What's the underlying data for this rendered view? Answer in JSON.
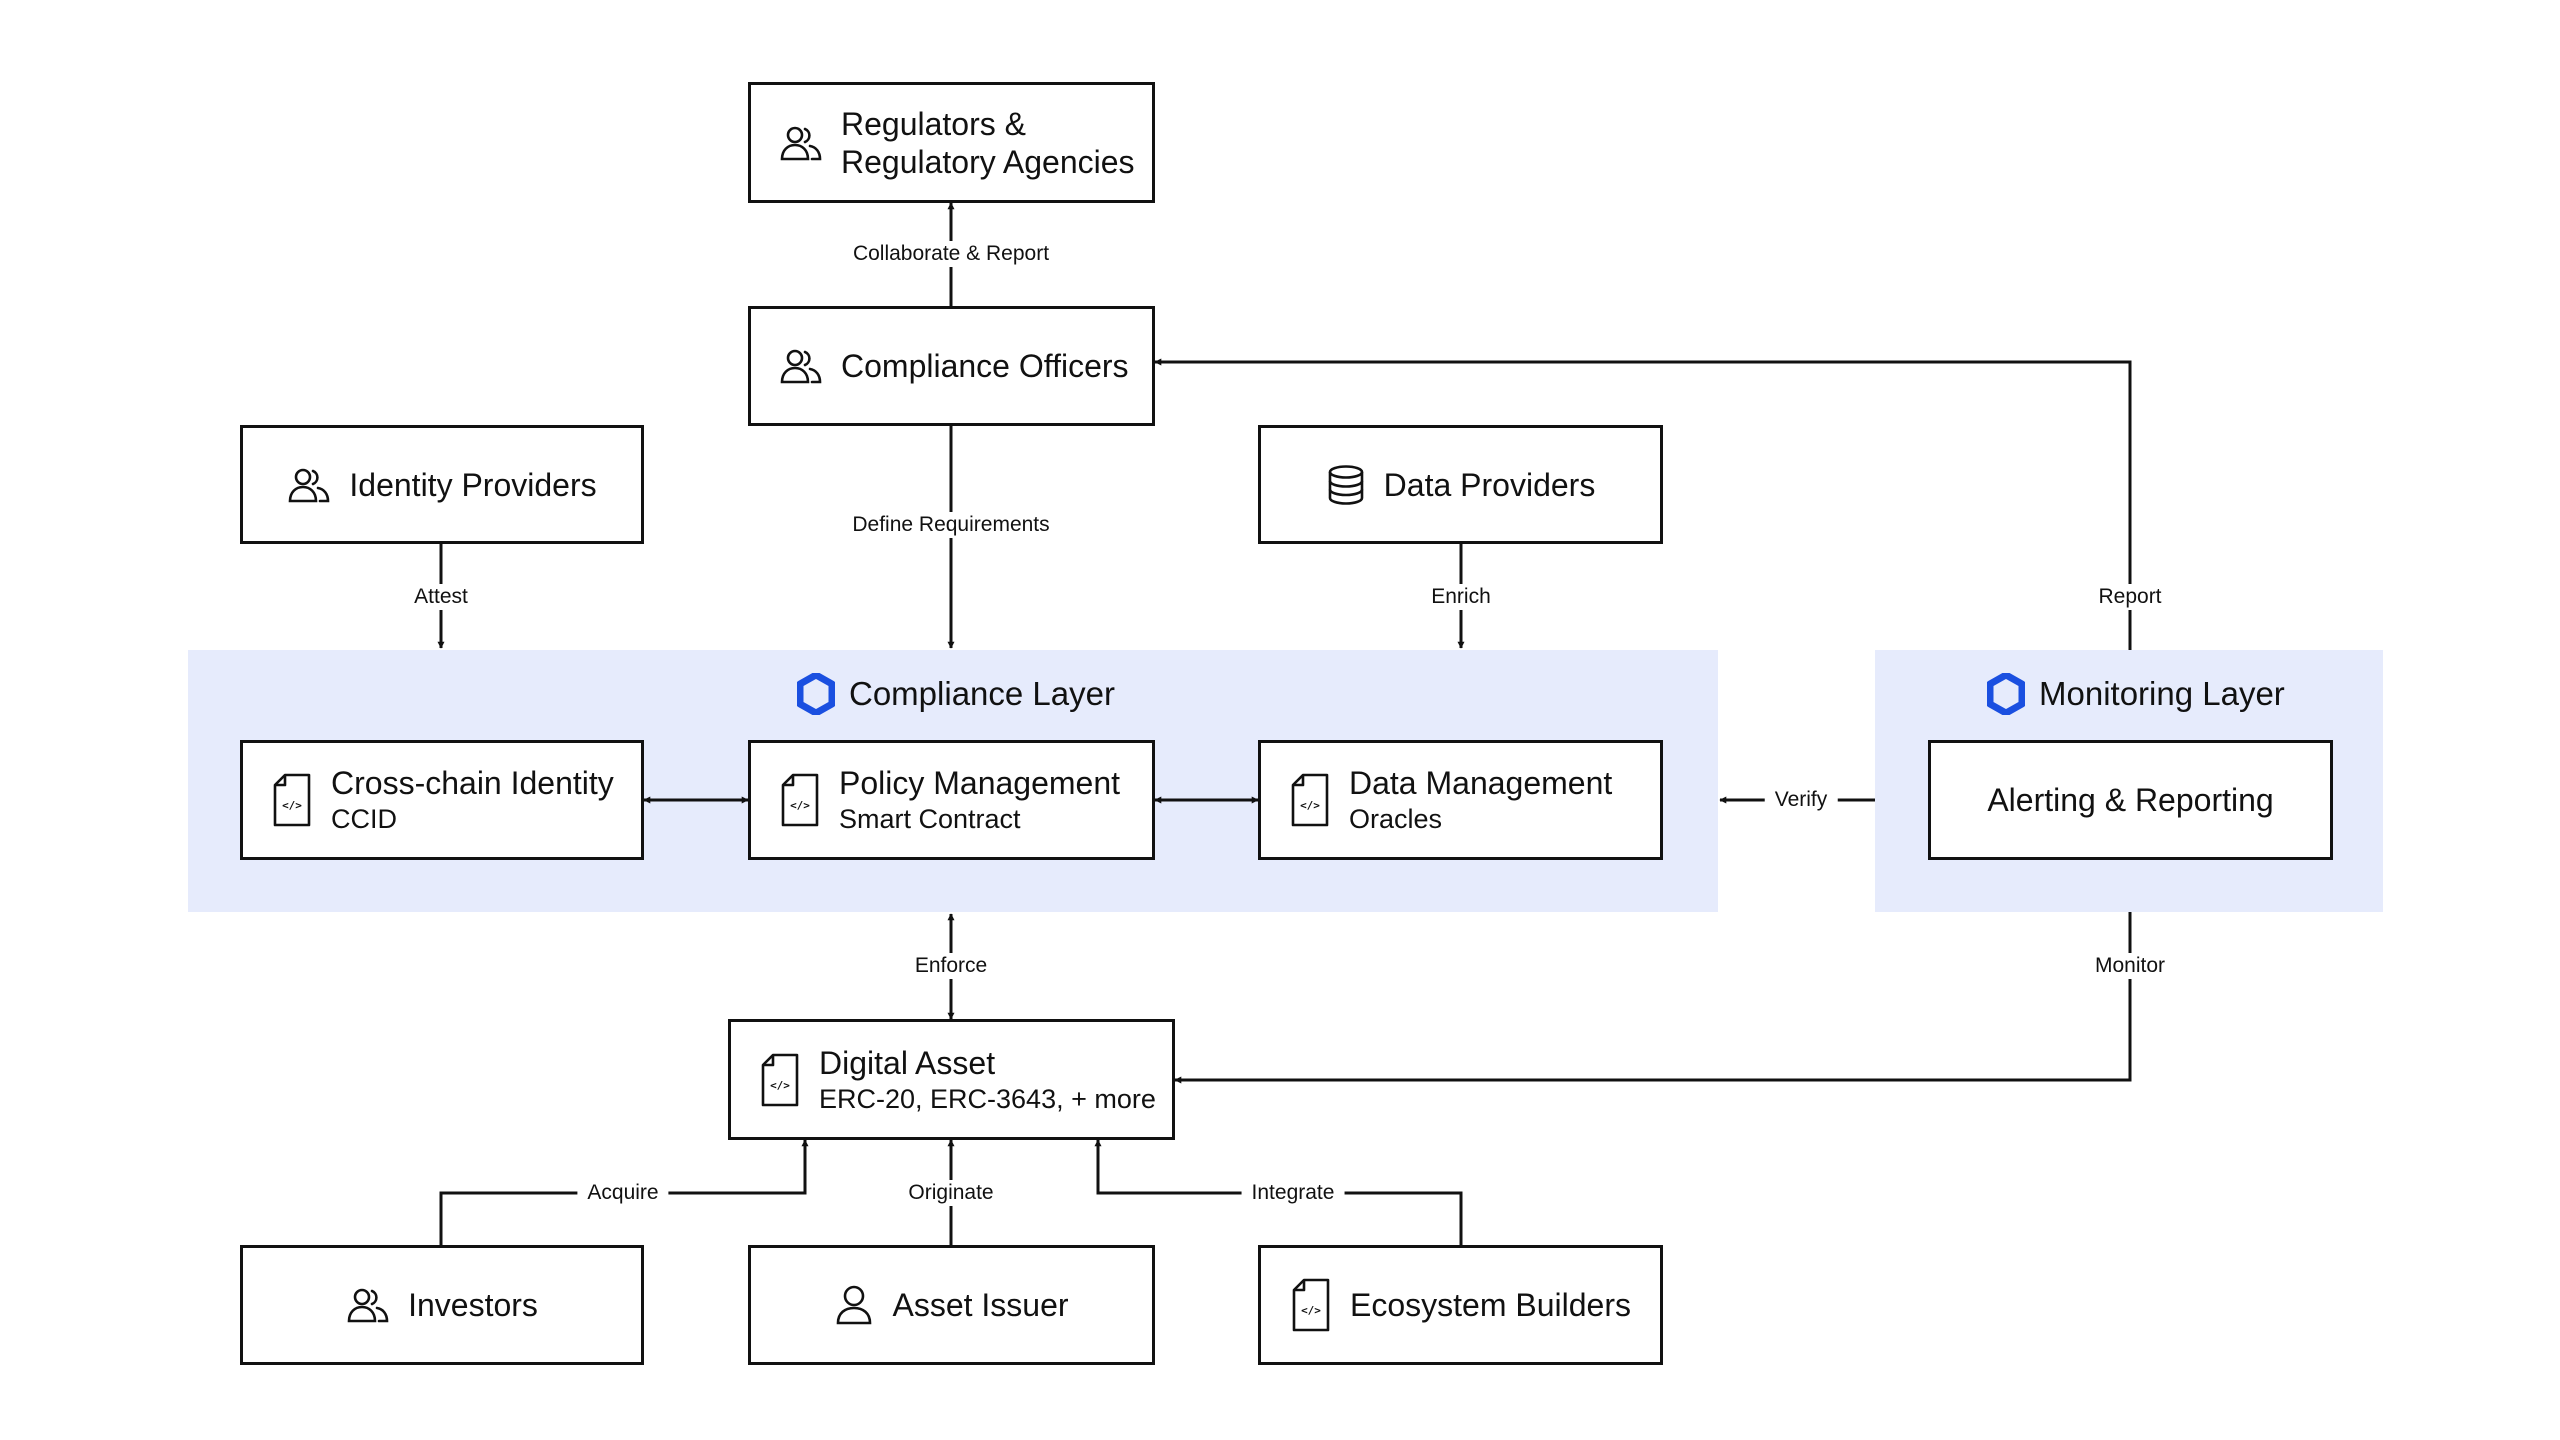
{
  "colors": {
    "layer_fill": "#e6ebfc",
    "accent_hexagon": "#1a4fe0",
    "line": "#111111"
  },
  "layers": {
    "compliance": {
      "title": "Compliance Layer",
      "icon": "hexagon-icon"
    },
    "monitoring": {
      "title": "Monitoring Layer",
      "icon": "hexagon-icon"
    }
  },
  "nodes": {
    "regulators": {
      "title_line1": "Regulators &",
      "title_line2": "Regulatory Agencies",
      "icon": "people-icon"
    },
    "compliance_officers": {
      "title": "Compliance Officers",
      "icon": "people-icon"
    },
    "identity_providers": {
      "title": "Identity Providers",
      "icon": "people-icon"
    },
    "data_providers": {
      "title": "Data Providers",
      "icon": "database-icon"
    },
    "cross_chain_identity": {
      "title": "Cross-chain Identity",
      "subtitle": "CCID",
      "icon": "code-file-icon"
    },
    "policy_management": {
      "title": "Policy Management",
      "subtitle": "Smart Contract",
      "icon": "code-file-icon"
    },
    "data_management": {
      "title": "Data Management",
      "subtitle": "Oracles",
      "icon": "code-file-icon"
    },
    "alerting_reporting": {
      "title": "Alerting & Reporting"
    },
    "digital_asset": {
      "title": "Digital Asset",
      "subtitle": "ERC-20, ERC-3643, + more",
      "icon": "code-file-icon"
    },
    "investors": {
      "title": "Investors",
      "icon": "people-icon"
    },
    "asset_issuer": {
      "title": "Asset Issuer",
      "icon": "person-icon"
    },
    "ecosystem_builders": {
      "title": "Ecosystem Builders",
      "icon": "code-file-icon"
    }
  },
  "edges": {
    "collaborate_report": "Collaborate & Report",
    "define_requirements": "Define Requirements",
    "attest": "Attest",
    "enrich": "Enrich",
    "report": "Report",
    "verify": "Verify",
    "enforce": "Enforce",
    "monitor": "Monitor",
    "acquire": "Acquire",
    "originate": "Originate",
    "integrate": "Integrate"
  }
}
